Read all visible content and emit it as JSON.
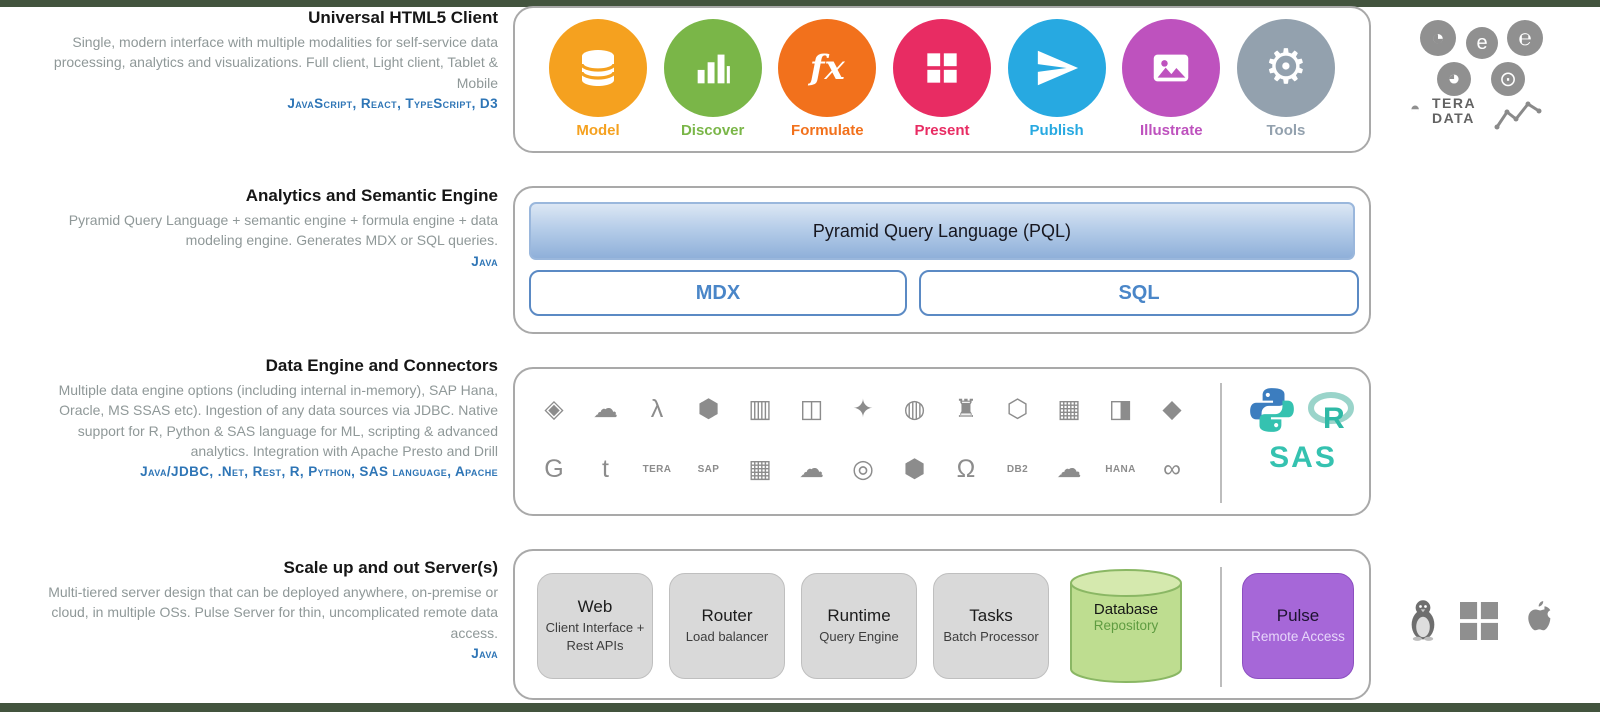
{
  "sections": [
    {
      "heading": "Universal HTML5 Client",
      "description": "Single, modern interface with multiple modalities for self-service data processing, analytics and visualizations. Full client, Light client, Tablet & Mobile",
      "tech": "JavaScript, React, TypeScript, D3"
    },
    {
      "heading": "Analytics and Semantic Engine",
      "description": "Pyramid Query Language + semantic engine + formula engine + data modeling engine. Generates MDX or SQL queries.",
      "tech": "Java"
    },
    {
      "heading": "Data Engine and Connectors",
      "description": "Multiple data engine options (including internal in-memory), SAP Hana, Oracle, MS SSAS etc). Ingestion of any data sources via JDBC. Native support for R, Python & SAS language for ML, scripting & advanced analytics. Integration with Apache Presto and Drill",
      "tech": "Java/JDBC, .Net, Rest, R, Python, SAS language, Apache"
    },
    {
      "heading": "Scale up and out Server(s)",
      "description": "Multi-tiered server design that can be deployed anywhere, on-premise or cloud, in multiple OSs. Pulse Server for thin, uncomplicated remote data access.",
      "tech": "Java"
    }
  ],
  "client_modules": [
    {
      "label": "Model",
      "color": "#F5A11F",
      "icon": "database-icon"
    },
    {
      "label": "Discover",
      "color": "#7AB648",
      "icon": "bar-chart-icon"
    },
    {
      "label": "Formulate",
      "color": "#F2711C",
      "icon": "formula-icon",
      "glyph": "fx"
    },
    {
      "label": "Present",
      "color": "#E82C63",
      "icon": "grid-icon"
    },
    {
      "label": "Publish",
      "color": "#27A9E1",
      "icon": "paper-plane-icon"
    },
    {
      "label": "Illustrate",
      "color": "#BE52BE",
      "icon": "image-icon"
    },
    {
      "label": "Tools",
      "color": "#93A1AE",
      "icon": "gear-icon",
      "glyph": "⚙"
    }
  ],
  "engine": {
    "pql": "Pyramid Query Language (PQL)",
    "mdx": "MDX",
    "sql": "SQL"
  },
  "connectors": {
    "row1": [
      "◈",
      "☁",
      "λ",
      "⬢",
      "▥",
      "◫",
      "✦",
      "◍",
      "♜",
      "⬡",
      "▦",
      "◨",
      "◆"
    ],
    "row2": [
      "G",
      "t",
      "TERA",
      "SAP",
      "▦",
      "☁",
      "◎",
      "⬢",
      "Ω",
      "DB2",
      "☁",
      "HANA",
      "∞"
    ]
  },
  "languages": {
    "python": "Python",
    "r": "R",
    "sas": "SAS"
  },
  "servers": [
    {
      "title": "Web",
      "subtitle": "Client Interface + Rest APIs"
    },
    {
      "title": "Router",
      "subtitle": "Load balancer"
    },
    {
      "title": "Runtime",
      "subtitle": "Query Engine"
    },
    {
      "title": "Tasks",
      "subtitle": "Batch Processor"
    },
    {
      "title": "Database",
      "subtitle": "Repository"
    },
    {
      "title": "Pulse",
      "subtitle": "Remote Access"
    }
  ],
  "browser_icons": [
    {
      "name": "chrome-icon",
      "glyph": "◔"
    },
    {
      "name": "edge-icon",
      "glyph": "e"
    },
    {
      "name": "ie-icon",
      "glyph": "℮"
    },
    {
      "name": "firefox-icon",
      "glyph": "◕"
    },
    {
      "name": "safari-icon",
      "glyph": "⊙"
    }
  ],
  "teradata": {
    "line1": "TERA",
    "line2": "DATA"
  },
  "colors": {
    "accent_blue": "#2E75B6",
    "sas_teal": "#35C2B0",
    "db_green": "#6AA84F",
    "pulse_purple": "#A667D8"
  }
}
